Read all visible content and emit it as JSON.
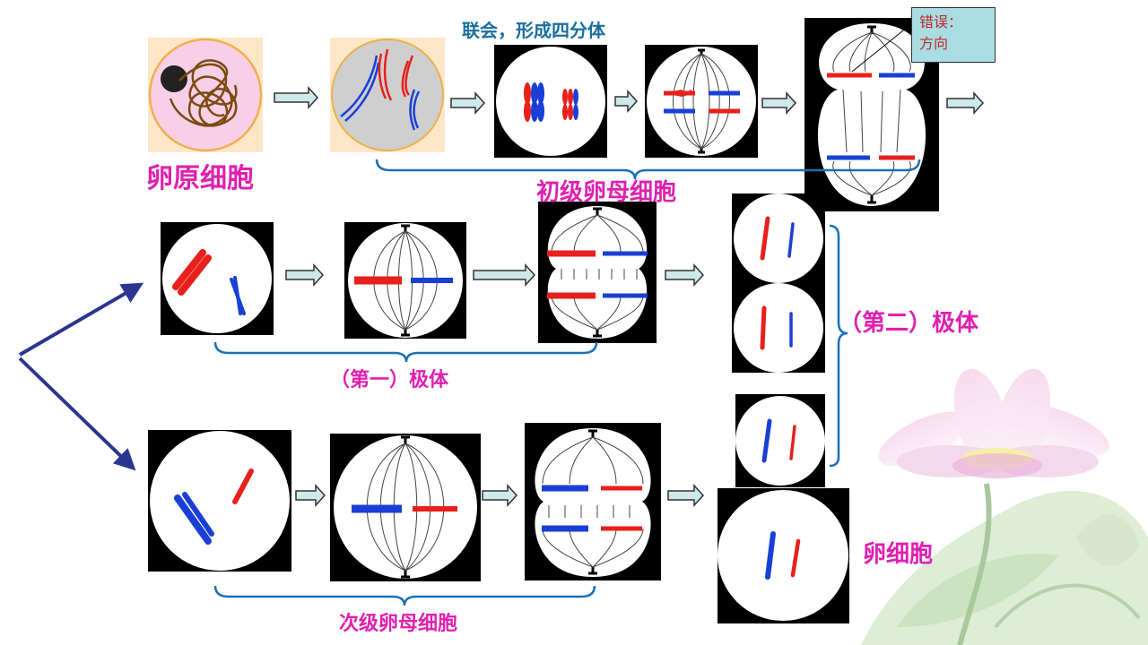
{
  "labels": {
    "oogonium": "卵原细胞",
    "synapsis": "联会，形成四分体",
    "primary_oocyte": "初级卵母细胞",
    "first_polar_body": "（第一）极体",
    "second_polar_body": "（第二）极体",
    "secondary_oocyte": "次级卵母细胞",
    "egg_cell": "卵细胞"
  },
  "note": {
    "line1": "错误：",
    "line2": "方向"
  },
  "colors": {
    "maternal": "#e8201c",
    "paternal": "#1a3fd6",
    "label_magenta": "#e020b0",
    "label_blue": "#1a6fa0",
    "bracket": "#1a70b8",
    "branch_arrow": "#2a3590",
    "flow_arrow_fill": "#cfe8ea",
    "note_bg": "#a9dde3",
    "note_text": "#c0282a"
  }
}
